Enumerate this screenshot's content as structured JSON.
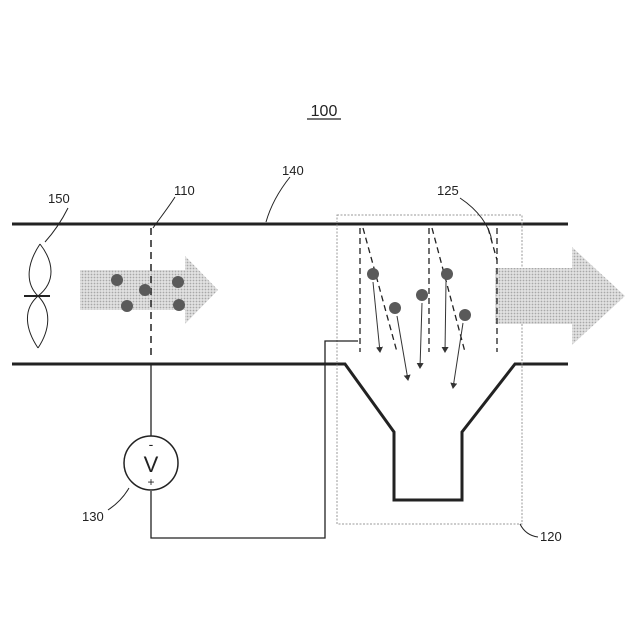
{
  "figure": {
    "number": "100",
    "labels": {
      "fan": "150",
      "charging_electrode": "110",
      "duct": "140",
      "collector_plates": "125",
      "power_source": "130",
      "collector_unit": "120"
    },
    "power_source": {
      "symbol": "V",
      "minus": "-",
      "plus": "+"
    }
  },
  "colors": {
    "line": "#222222",
    "particle": "#5a5a5a",
    "arrow_fill": "#c8c8c8",
    "box": "#999999"
  }
}
